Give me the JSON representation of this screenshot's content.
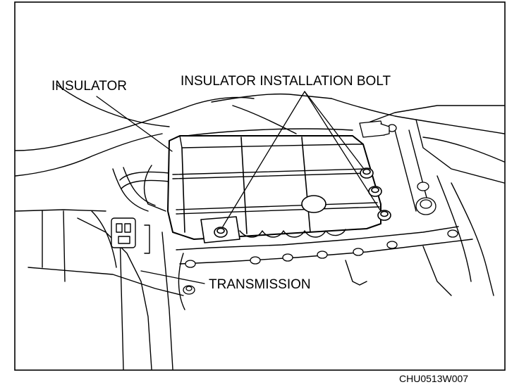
{
  "labels": {
    "insulator": "INSULATOR",
    "insulator_installation_bolt": "INSULATOR INSTALLATION BOLT",
    "transmission": "TRANSMISSION"
  },
  "figure_code": "CHU0513W007",
  "colors": {
    "ink": "#000000",
    "paper": "#ffffff"
  }
}
